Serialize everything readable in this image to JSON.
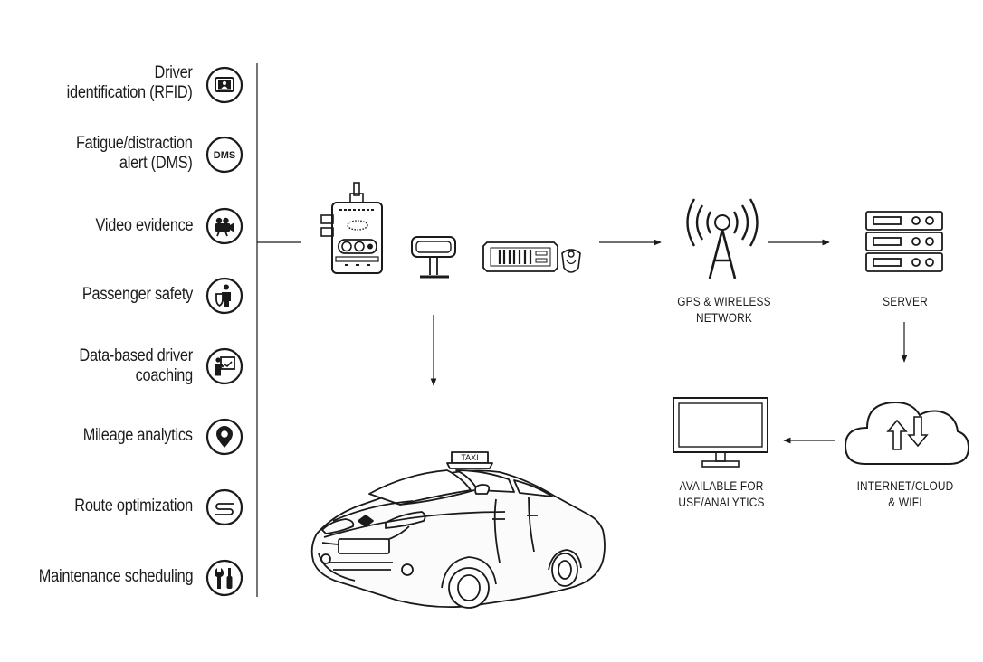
{
  "features": [
    {
      "lines": [
        "Driver",
        "identification (RFID)"
      ],
      "icon": "driver-id-card-icon"
    },
    {
      "lines": [
        "Fatigue/distraction",
        "alert (DMS)"
      ],
      "icon": "dms-badge-icon",
      "icon_text": "DMS"
    },
    {
      "lines": [
        "Video evidence"
      ],
      "icon": "video-camera-icon"
    },
    {
      "lines": [
        "Passenger safety"
      ],
      "icon": "passenger-shield-icon"
    },
    {
      "lines": [
        "Data-based driver",
        "coaching"
      ],
      "icon": "coaching-board-icon"
    },
    {
      "lines": [
        "Mileage analytics"
      ],
      "icon": "location-pin-icon"
    },
    {
      "lines": [
        "Route optimization"
      ],
      "icon": "route-path-icon"
    },
    {
      "lines": [
        "Maintenance scheduling"
      ],
      "icon": "tools-icon"
    }
  ],
  "nodes": {
    "network": {
      "lines": [
        "GPS & WIRELESS",
        "NETWORK"
      ],
      "icon": "antenna-tower-icon"
    },
    "server": {
      "lines": [
        "SERVER"
      ],
      "icon": "server-rack-icon"
    },
    "cloud": {
      "lines": [
        "INTERNET/CLOUD",
        "& WIFI"
      ],
      "icon": "cloud-transfer-icon"
    },
    "monitor": {
      "lines": [
        "AVAILABLE FOR",
        "USE/ANALYTICS"
      ],
      "icon": "monitor-icon"
    },
    "devices": {
      "icons": [
        "dashcam-device-icon",
        "dms-camera-icon",
        "rfid-reader-icon",
        "rfid-tag-icon"
      ]
    },
    "taxi": {
      "roof_sign": "TAXI",
      "icon": "taxi-car-icon"
    }
  },
  "colors": {
    "line": "#1a1a1a",
    "text": "#1c1c1c",
    "background": "#ffffff"
  }
}
